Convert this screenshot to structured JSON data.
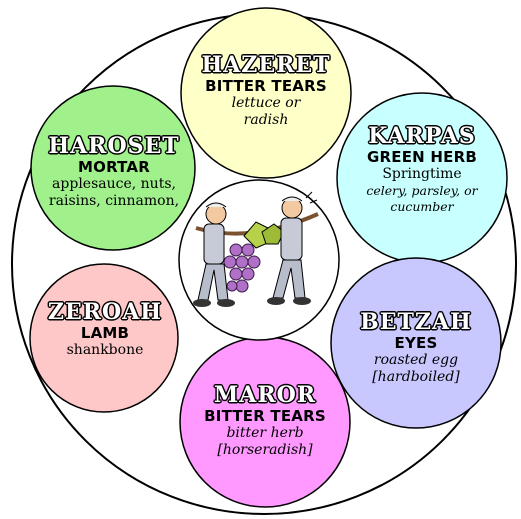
{
  "colors": {
    "plate_fill": "#ffffff",
    "outline": "#000000",
    "hazeret": "#ffffc8",
    "karpas": "#c8ffff",
    "betzah": "#c8c8ff",
    "maror": "#ff99ff",
    "zeroah": "#ffc8c8",
    "haroset": "#a0f08c"
  },
  "items": {
    "hazeret": {
      "name": "HAZERET",
      "meaning": "BITTER TEARS",
      "desc1": "lettuce or",
      "desc2": "radish"
    },
    "karpas": {
      "name": "KARPAS",
      "meaning": "GREEN HERB",
      "desc1": "Springtime",
      "desc2": "celery, parsley, or",
      "desc3": "cucumber"
    },
    "betzah": {
      "name": "BETZAH",
      "meaning": "EYES",
      "desc1": "roasted egg",
      "desc2": "[hardboiled]"
    },
    "maror": {
      "name": "MAROR",
      "meaning": "BITTER TEARS",
      "desc1": "bitter herb",
      "desc2": "[horseradish]"
    },
    "zeroah": {
      "name": "ZEROAH",
      "meaning": "LAMB",
      "desc1": "shankbone"
    },
    "haroset": {
      "name": "HAROSET",
      "meaning": "MORTAR",
      "desc1": "applesauce, nuts,",
      "desc2": "raisins, cinnamon,"
    }
  },
  "center_picture": "two-men-carrying-grapes-clipart"
}
